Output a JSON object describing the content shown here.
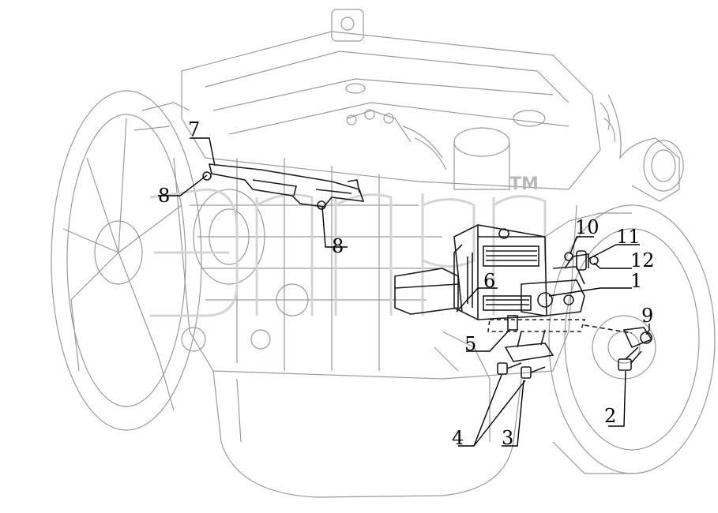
{
  "diagram": {
    "callouts": [
      {
        "id": "c1",
        "label": "1"
      },
      {
        "id": "c2",
        "label": "2"
      },
      {
        "id": "c3",
        "label": "3"
      },
      {
        "id": "c4",
        "label": "4"
      },
      {
        "id": "c5",
        "label": "5"
      },
      {
        "id": "c6",
        "label": "6"
      },
      {
        "id": "c7",
        "label": "7"
      },
      {
        "id": "c8a",
        "label": "8"
      },
      {
        "id": "c8b",
        "label": "8"
      },
      {
        "id": "c9",
        "label": "9"
      },
      {
        "id": "c10",
        "label": "10"
      },
      {
        "id": "c11",
        "label": "11"
      },
      {
        "id": "c12",
        "label": "12"
      }
    ],
    "watermark": {
      "tm": "TM"
    }
  }
}
